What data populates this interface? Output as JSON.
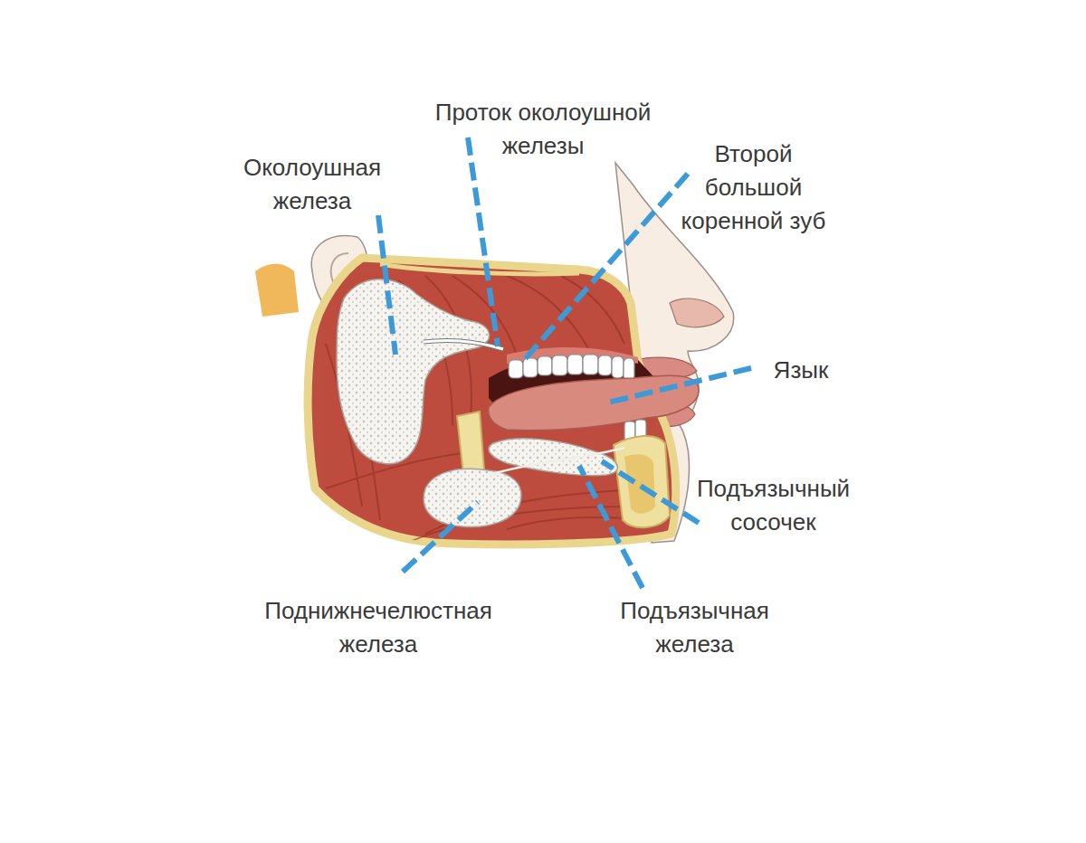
{
  "diagram": {
    "labels": [
      "Проток околоушной железы",
      "Околоушная железа",
      "Второй большой коренной зуб",
      "Язык",
      "Подъязычный сосочек",
      "Поднижнечелюстная железа",
      "Подъязычная железа"
    ]
  }
}
